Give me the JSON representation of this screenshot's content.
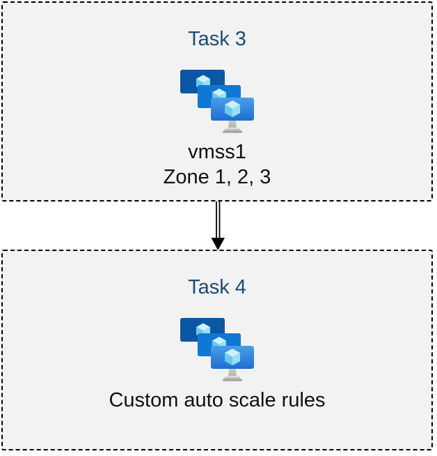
{
  "diagram": {
    "tasks": [
      {
        "id": "task3",
        "title": "Task 3",
        "icon": "vmss-icon",
        "lines": [
          "vmss1",
          "Zone 1, 2, 3"
        ]
      },
      {
        "id": "task4",
        "title": "Task 4",
        "icon": "vmss-icon",
        "lines": [
          "Custom auto scale rules"
        ]
      }
    ],
    "connector": "double-line-down-arrow",
    "colors": {
      "title_text": "#1C4B74",
      "body_text": "#111111",
      "box_background": "#F2F2F2",
      "box_border": "#000000",
      "monitor_back": "#0B57A4",
      "monitor_middle": "#0F78D4",
      "monitor_front_top": "#4B9EEA",
      "monitor_front_bottom": "#1E6FD0",
      "cube_top": "#CFF0FB",
      "cube_left": "#6CC9EF",
      "cube_right": "#97E0F7",
      "stand_neck": "#C3C3C3",
      "stand_base_top": "#E8E8E8",
      "stand_base_bottom": "#8F8F8F"
    }
  }
}
